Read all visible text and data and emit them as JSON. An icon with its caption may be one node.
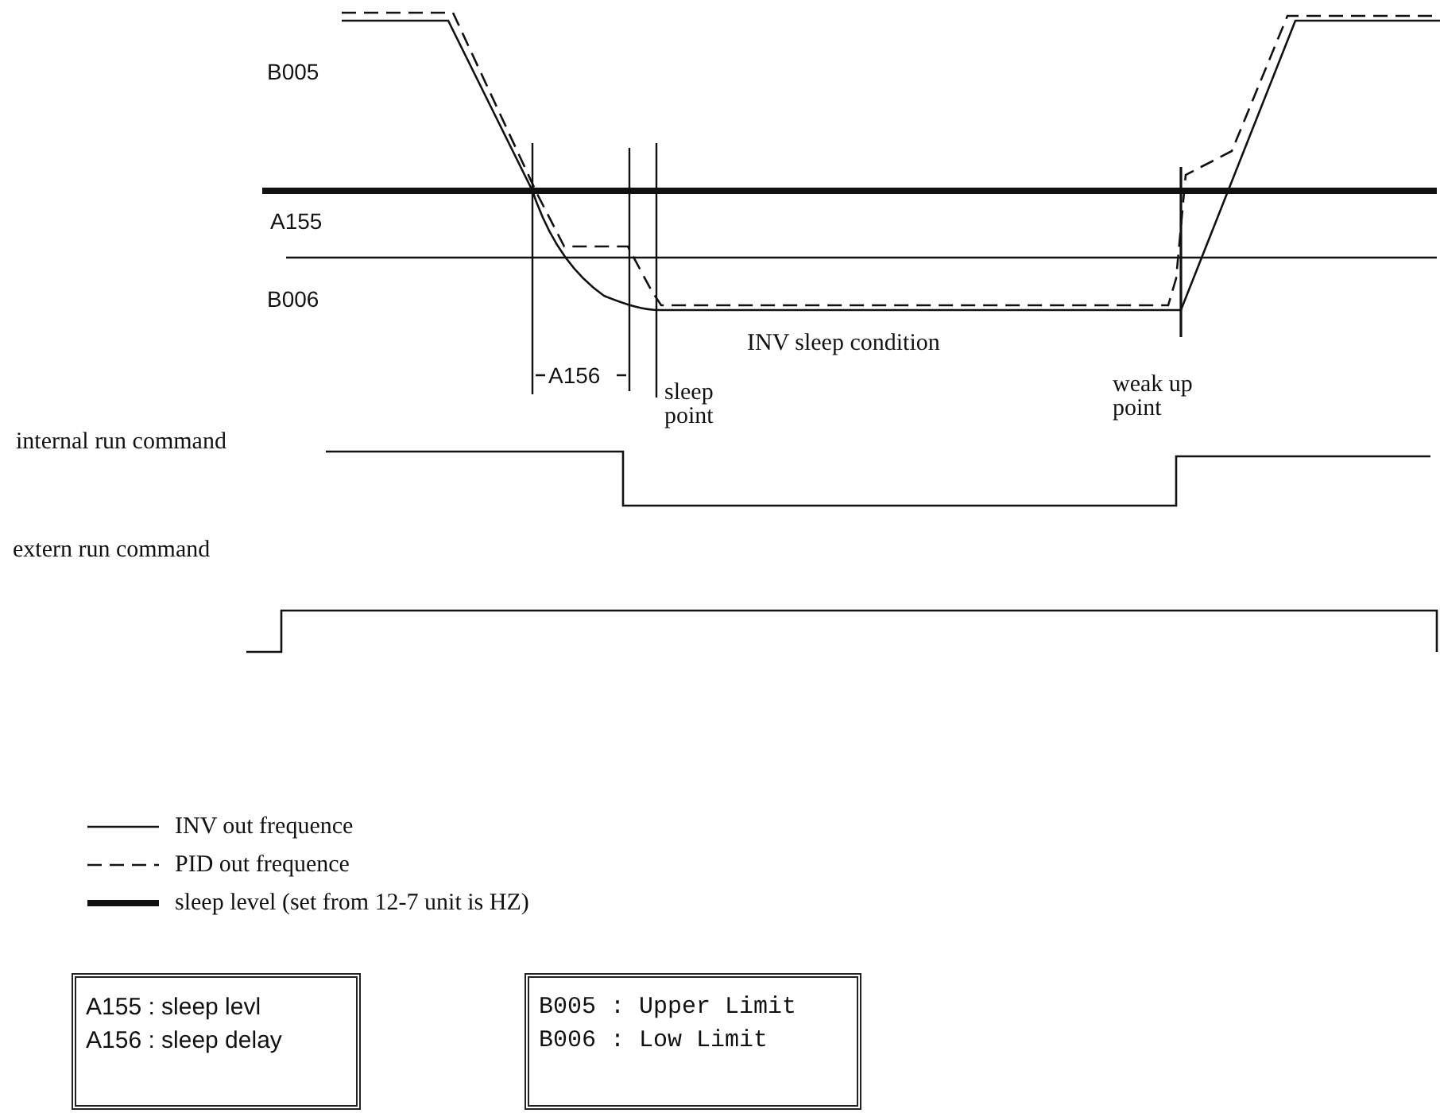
{
  "diagram": {
    "nodes": [
      {
        "text": [
          "A155 : sleep levl",
          "A156 : sleep delay"
        ]
      },
      {
        "text": [
          "B005 : Upper Limit",
          "B006 : Low Limit"
        ]
      }
    ],
    "labels": [
      "B005",
      "A155",
      "B006",
      "A156",
      "INV sleep condition",
      "sleep point",
      "weak up point",
      "internal run command",
      "extern run command"
    ],
    "legend": [
      {
        "text": "INV out frequence"
      },
      {
        "text": "PID out frequence"
      },
      {
        "text": "sleep level (set from 12-7 unit is HZ)"
      }
    ]
  }
}
